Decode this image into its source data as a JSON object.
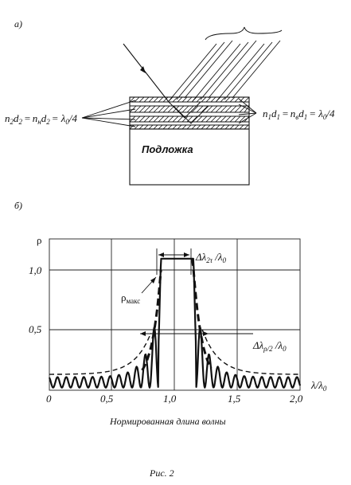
{
  "figure_a": {
    "panel_label": "а)",
    "substrate_label": "Подложка",
    "left_formula": {
      "n2": "n",
      "n2_sub": "2",
      "d2": "d",
      "d2_sub": "2",
      "nn": "n",
      "nn_sub": "н",
      "dn": "d",
      "dn_sub": "2",
      "rhs": "= λ",
      "rhs_sub": "0",
      "rhs_tail": "/4",
      "eq": "="
    },
    "right_formula": {
      "n1": "n",
      "n1_sub": "1",
      "d1": "d",
      "d1_sub": "1",
      "nb": "n",
      "nb_sub": "в",
      "db": "d",
      "db_sub": "1",
      "rhs": "= λ",
      "rhs_sub": "0",
      "rhs_tail": "/4",
      "eq": "="
    }
  },
  "figure_b": {
    "panel_label": "б)",
    "caption": "Рис. 2",
    "xlabel": "Нормированная длина волны",
    "chart_data": {
      "type": "line",
      "ylabel": "ρ",
      "xaxis_label": "λ/λ",
      "xaxis_label_sub": "0",
      "x_ticks": [
        "0",
        "0,5",
        "1,0",
        "1,5",
        "2,0"
      ],
      "y_ticks": [
        "0,5",
        "1,0"
      ],
      "xlim": [
        0,
        2.0
      ],
      "ylim": [
        0,
        1.15
      ],
      "grid": true,
      "annotations": {
        "rho_max": "ρ",
        "rho_max_sub": "макс",
        "delta_top": "Δλ",
        "delta_top_sub": "2τ",
        "delta_top_tail": " /λ",
        "delta_top_tail_sub": "0",
        "delta_mid": "Δλ",
        "delta_mid_sub": "ρ/2",
        "delta_mid_tail": " /λ",
        "delta_mid_tail_sub": "0"
      },
      "series": [
        {
          "style": "solid",
          "peak_value": 1.0,
          "stopband": [
            0.87,
            1.17
          ]
        },
        {
          "style": "dashed",
          "envelope": true
        }
      ]
    }
  }
}
